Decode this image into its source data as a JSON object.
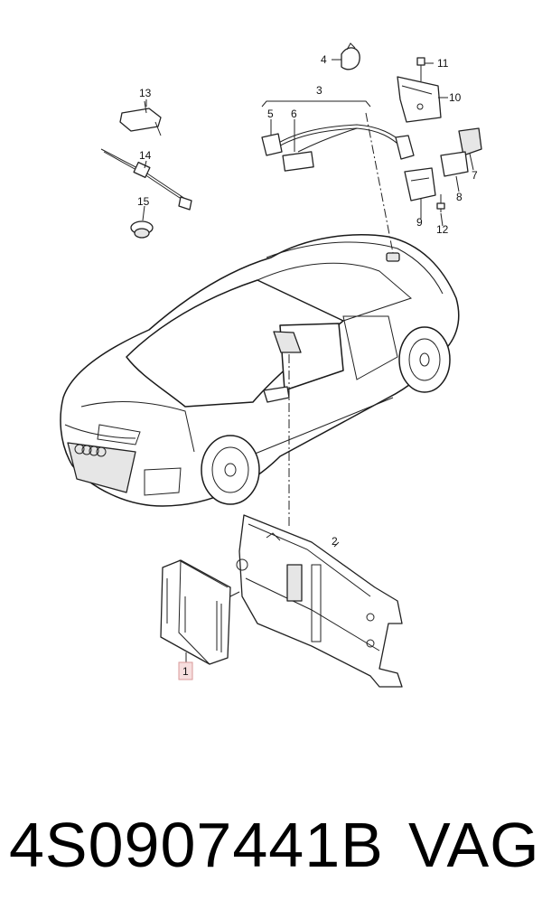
{
  "callouts": {
    "c1": "1",
    "c2": "2",
    "c3": "3",
    "c4": "4",
    "c5": "5",
    "c6": "6",
    "c7": "7",
    "c8": "8",
    "c9": "9",
    "c10": "10",
    "c11": "11",
    "c12": "12",
    "c13": "13",
    "c14": "14",
    "c15": "15"
  },
  "footer": {
    "part_number": "4S0907441B",
    "brand": "VAG"
  },
  "colors": {
    "line": "#222222",
    "highlight_fill": "#f6dede",
    "highlight_stroke": "#d99a9a",
    "background": "#ffffff"
  }
}
